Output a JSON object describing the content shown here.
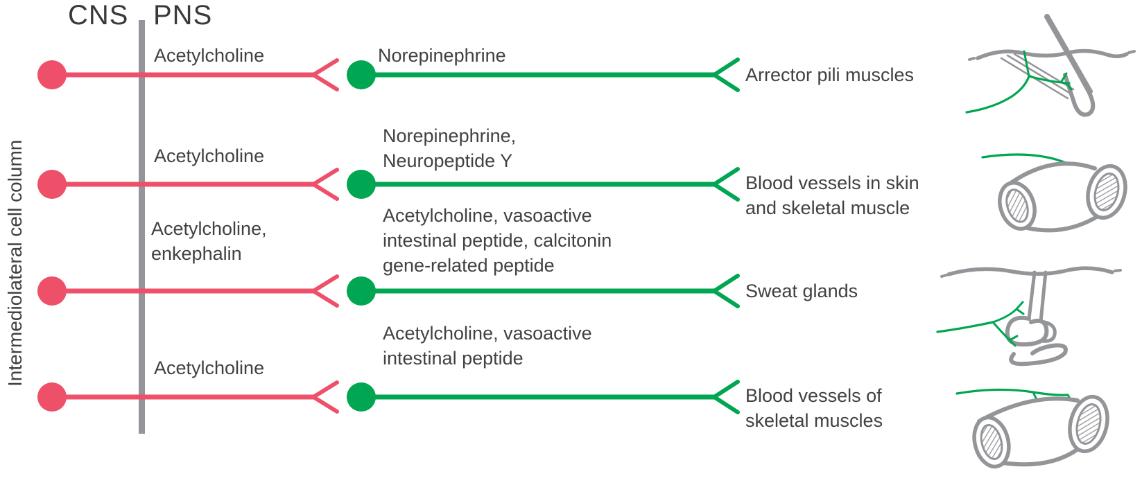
{
  "figure": {
    "title_left": "CNS",
    "title_right": "PNS",
    "side_label": "Intermediolateral cell column"
  },
  "colors": {
    "preganglionic_red": "#EE5069",
    "postganglionic_green": "#00A651",
    "divider_gray": "#939598",
    "icon_gray": "#939598",
    "text_gray": "#414042"
  },
  "rows": [
    {
      "preganglionic_transmitters": "Acetylcholine",
      "postganglionic_transmitters": "Norepinephrine",
      "target": "Arrector pili muscles",
      "icon": "arrector-pili-hair-follicle"
    },
    {
      "preganglionic_transmitters": "Acetylcholine",
      "postganglionic_transmitters": "Norepinephrine,\nNeuropeptide Y",
      "target": "Blood vessels in skin\nand skeletal muscle",
      "icon": "blood-vessel"
    },
    {
      "preganglionic_transmitters": "Acetylcholine,\nenkephalin",
      "postganglionic_transmitters": "Acetylcholine, vasoactive\nintestinal peptide, calcitonin\ngene-related peptide",
      "target": "Sweat glands",
      "icon": "sweat-gland"
    },
    {
      "preganglionic_transmitters": "Acetylcholine",
      "postganglionic_transmitters": "Acetylcholine, vasoactive\nintestinal peptide",
      "target": "Blood vessels of\nskeletal muscles",
      "icon": "blood-vessel"
    }
  ]
}
